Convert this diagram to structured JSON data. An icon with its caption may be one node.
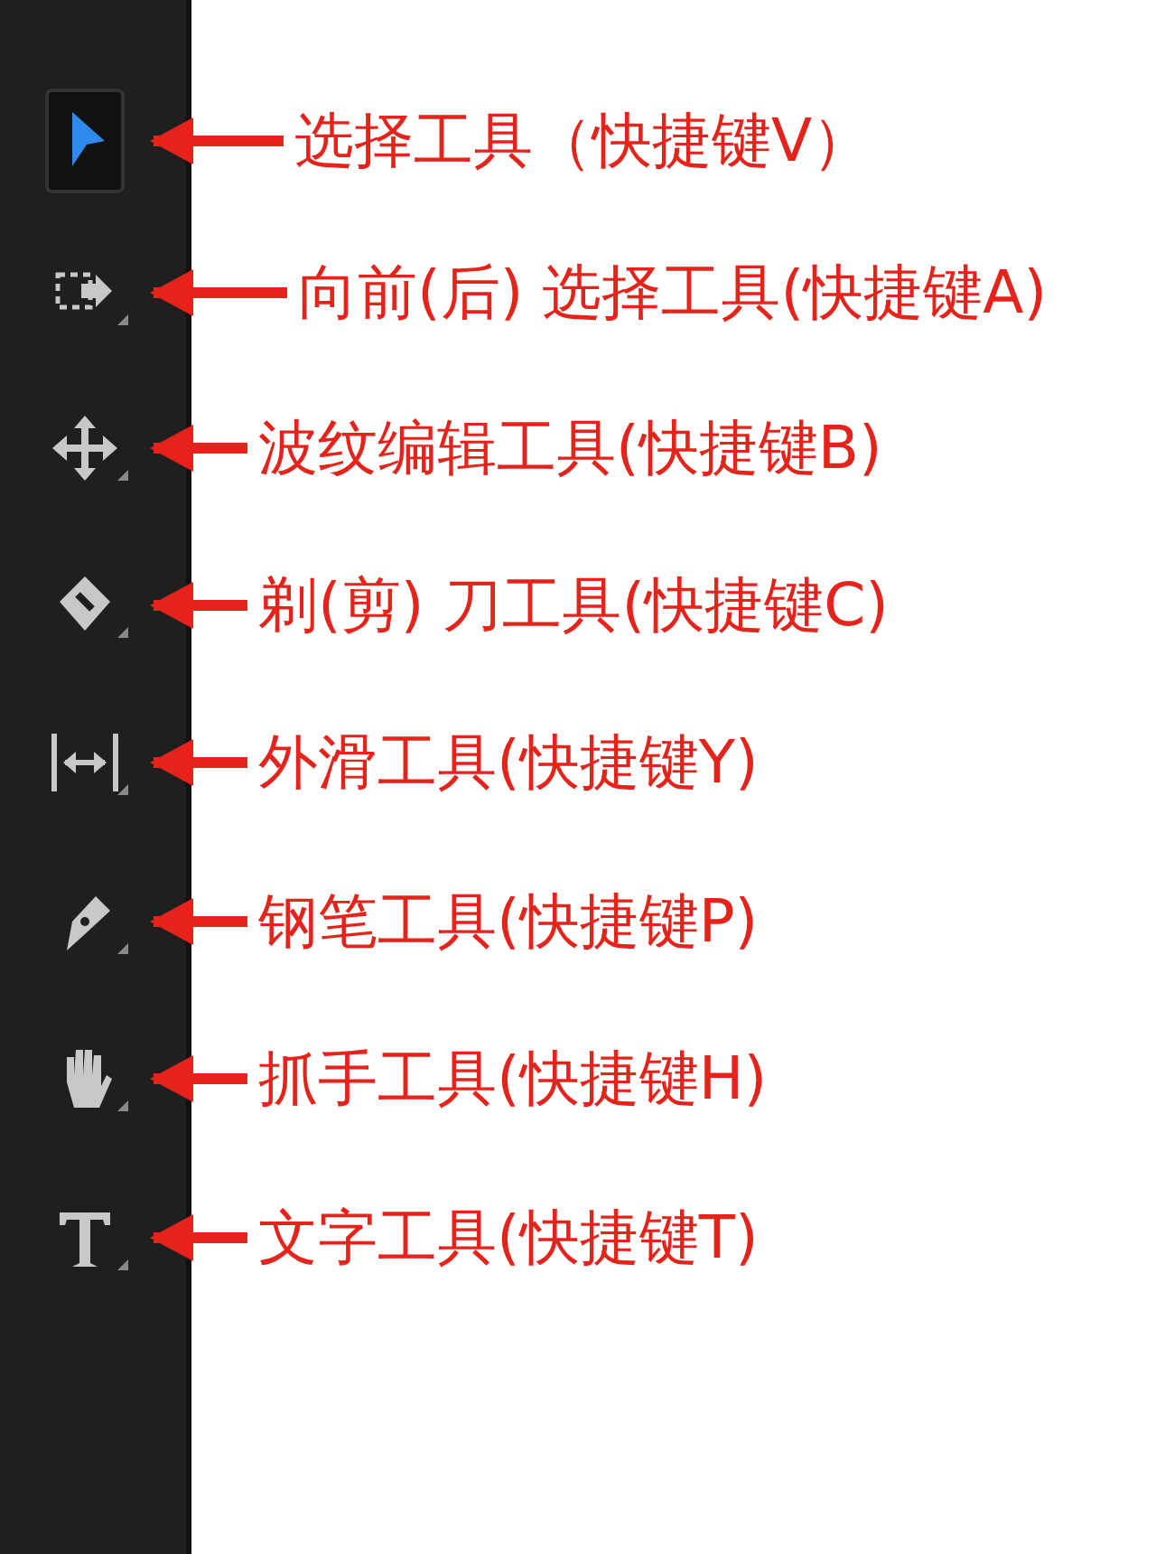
{
  "diagram": {
    "nodes": [
      {
        "text": [],
        "shape": "picture"
      },
      {
        "text": [],
        "shape": "picture"
      },
      {
        "text": [],
        "shape": "picture"
      },
      {
        "text": [],
        "shape": "picture"
      },
      {
        "text": [],
        "shape": "picture"
      },
      {
        "text": [],
        "shape": "picture"
      },
      {
        "text": [],
        "shape": "picture"
      },
      {
        "text": [],
        "shape": "picture"
      },
      {
        "text": [
          "选择工具（快捷键V）"
        ]
      },
      {
        "text": [
          "向前(后) 选择工具(快捷键A)"
        ]
      },
      {
        "text": [
          "波纹编辑工具(快捷键B)"
        ]
      },
      {
        "text": [
          "剃(剪) 刀工具(快捷键C)"
        ]
      },
      {
        "text": [
          "外滑工具(快捷键Y)"
        ]
      },
      {
        "text": [
          "钢笔工具(快捷键P)"
        ]
      },
      {
        "text": [
          "抓手工具(快捷键H)"
        ]
      },
      {
        "text": [
          "文字工具(快捷键T)"
        ]
      }
    ],
    "edges": [
      {
        "from": 8,
        "to": 0,
        "arrow": "to"
      },
      {
        "from": 9,
        "to": 1,
        "arrow": "to"
      },
      {
        "from": 10,
        "to": 2,
        "arrow": "to"
      },
      {
        "from": 11,
        "to": 3,
        "arrow": "to"
      },
      {
        "from": 12,
        "to": 4,
        "arrow": "to"
      },
      {
        "from": 13,
        "to": 5,
        "arrow": "to"
      },
      {
        "from": 14,
        "to": 6,
        "arrow": "to"
      },
      {
        "from": 15,
        "to": 7,
        "arrow": "to"
      }
    ]
  }
}
